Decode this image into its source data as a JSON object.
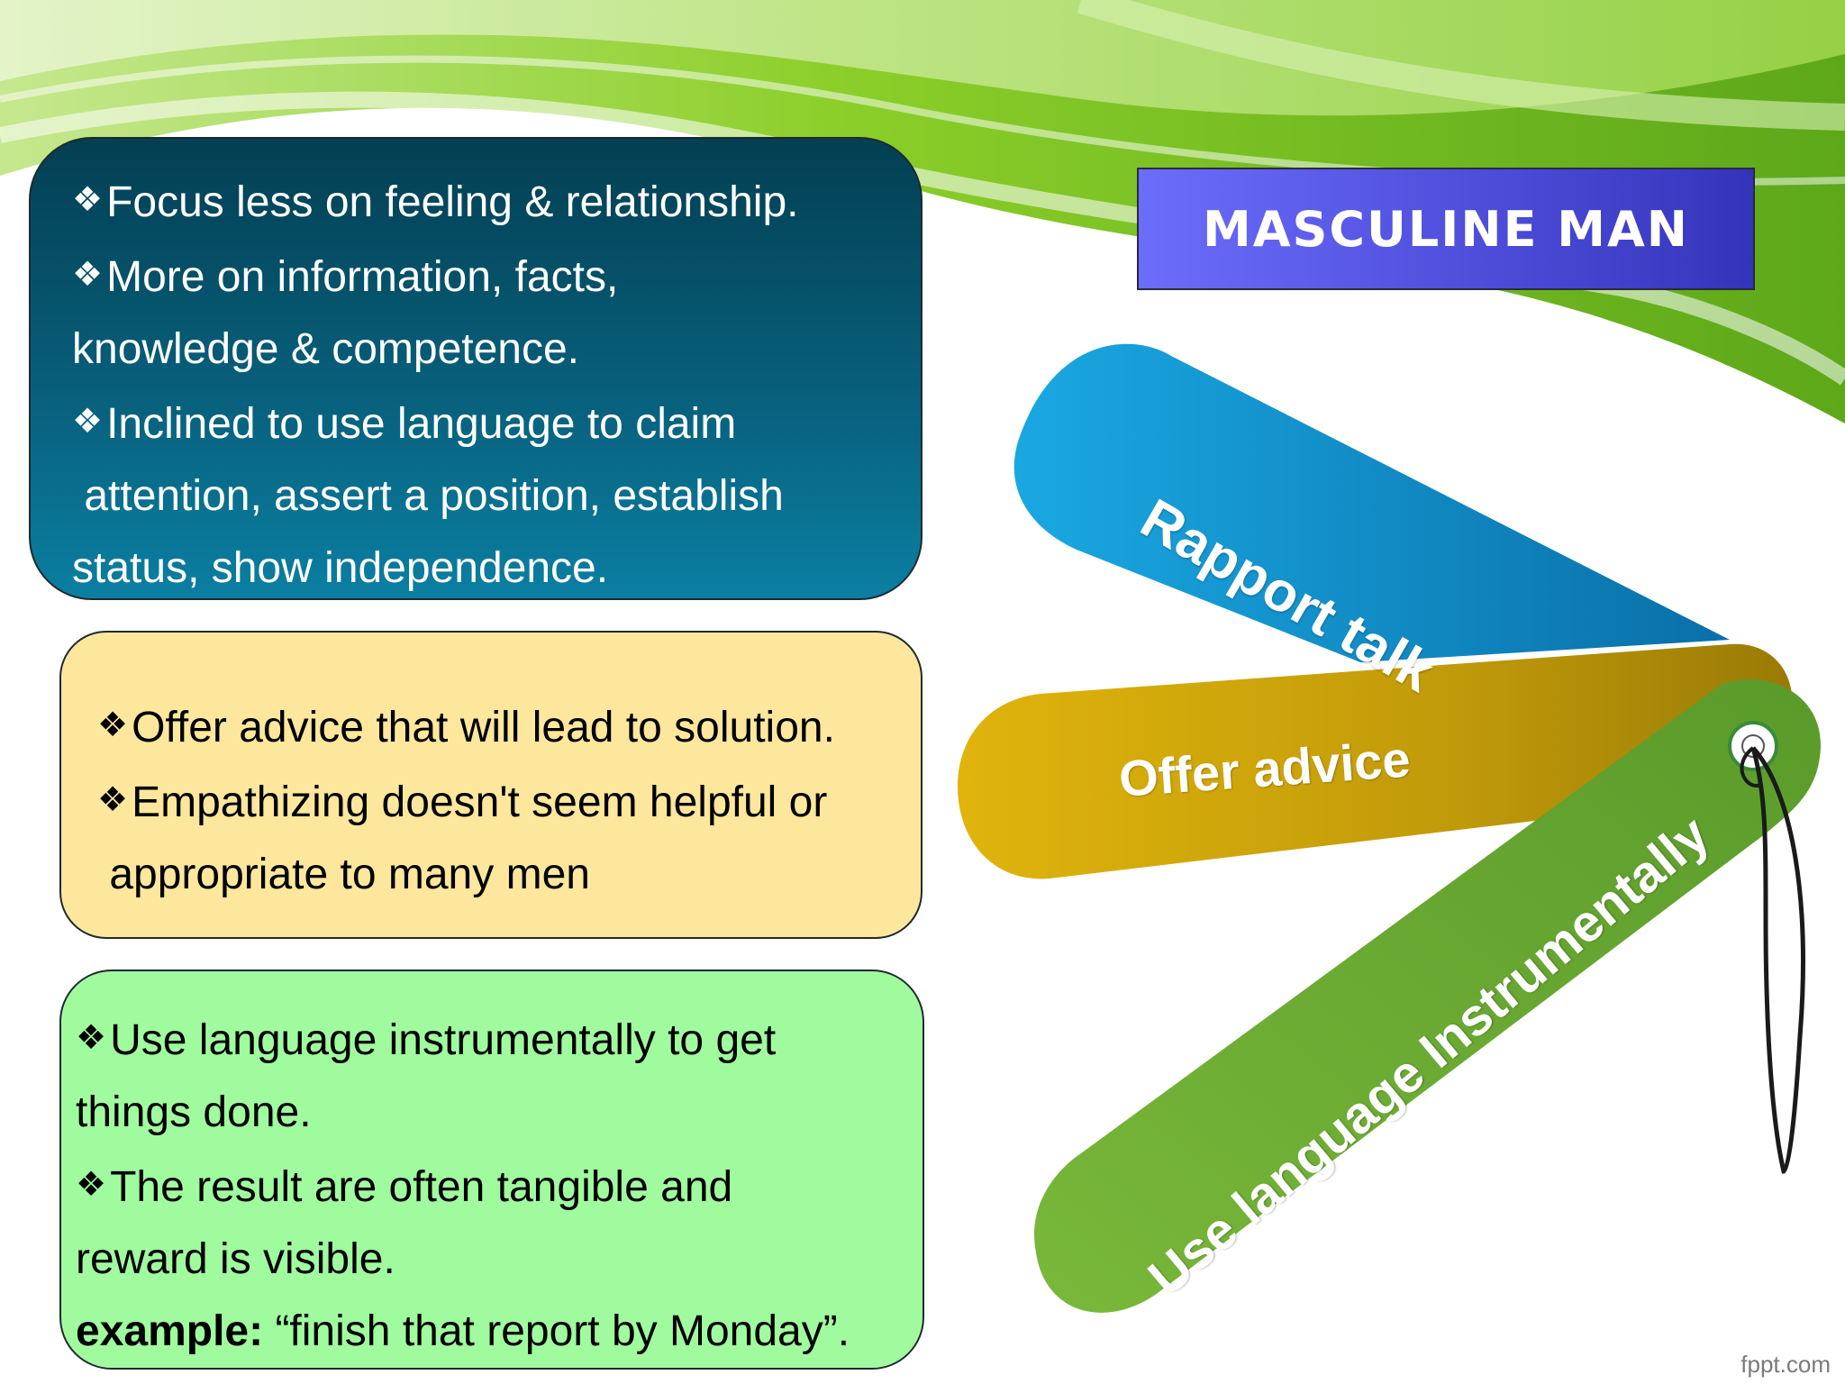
{
  "box1": {
    "lines": [
      {
        "bullet": "❖",
        "text": "Focus less on feeling & relationship."
      },
      {
        "bullet": "❖",
        "text": "More on information, facts,"
      },
      {
        "bullet": "",
        "text": "knowledge & competence."
      },
      {
        "bullet": "❖",
        "text": "Inclined to use language to claim"
      },
      {
        "bullet": "",
        "text": " attention, assert a position, establish"
      },
      {
        "bullet": "",
        "text": "status, show independence."
      }
    ]
  },
  "box2": {
    "lines": [
      {
        "bullet": "❖",
        "text": "Offer advice that will lead to solution."
      },
      {
        "bullet": "❖",
        "text": "Empathizing doesn't seem helpful or"
      },
      {
        "bullet": "",
        "text": " appropriate to many men"
      }
    ]
  },
  "box3": {
    "lines": [
      {
        "bullet": "❖",
        "text": "Use language instrumentally to get"
      },
      {
        "bullet": "",
        "text": "things done."
      },
      {
        "bullet": "❖",
        "text": "The result are often tangible and"
      },
      {
        "bullet": "",
        "text": "reward is visible."
      }
    ],
    "example_label": "example:",
    "example_text": " “finish that report by Monday”."
  },
  "title": "MASCULINE MAN",
  "tags": {
    "rapport": "Rapport talk",
    "offer": "Offer advice",
    "use": "Use language Instrumentally"
  },
  "colors": {
    "box1": "#085f7b",
    "box2": "#fde79d",
    "box3": "#a0fb9f",
    "title_box": "#5555e0",
    "tag_rapport": "#1a96cf",
    "tag_offer": "#c9a20e",
    "tag_use": "#6ea832",
    "background_swoosh": "#7ec21c"
  },
  "watermark": "fppt.com"
}
